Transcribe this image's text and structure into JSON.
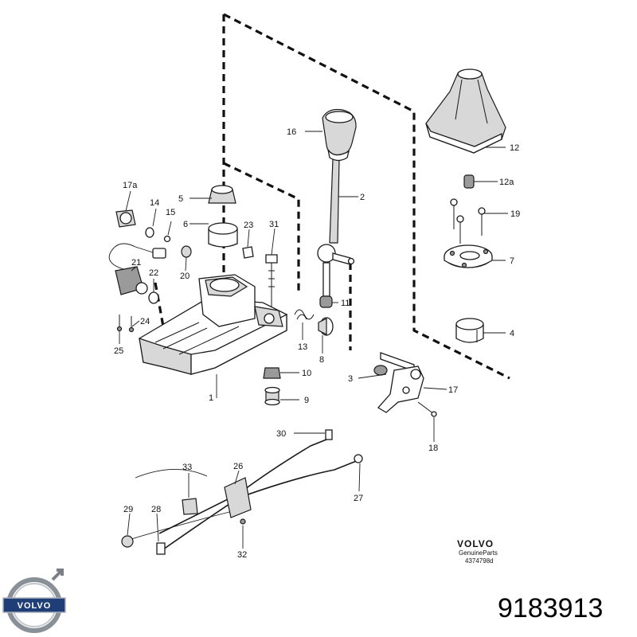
{
  "callouts": {
    "c1": "1",
    "c2": "2",
    "c3": "3",
    "c4": "4",
    "c5": "5",
    "c6": "6",
    "c7": "7",
    "c8": "8",
    "c9": "9",
    "c10": "10",
    "c11": "11",
    "c12": "12",
    "c12a": "12a",
    "c13": "13",
    "c14": "14",
    "c15": "15",
    "c16": "16",
    "c17": "17",
    "c17a": "17a",
    "c18": "18",
    "c19": "19",
    "c20": "20",
    "c21": "21",
    "c22": "22",
    "c23": "23",
    "c24": "24",
    "c25": "25",
    "c26": "26",
    "c27": "27",
    "c28": "28",
    "c29": "29",
    "c30": "30",
    "c31": "31",
    "c32": "32",
    "c33": "33"
  },
  "stamp": {
    "brand": "VOLVO",
    "line": "GenuineParts",
    "code": "4374798d"
  },
  "logo": {
    "text": "VOLVO"
  },
  "part_number": "9183913"
}
